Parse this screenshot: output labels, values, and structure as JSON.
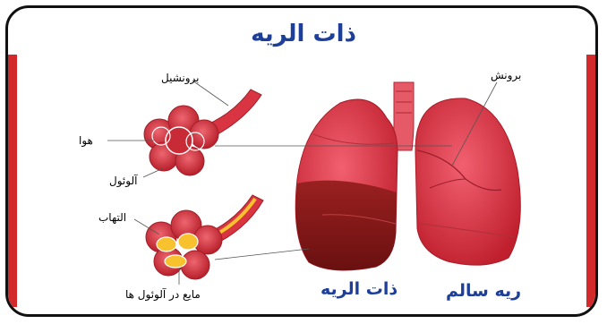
{
  "title": "ذات الریه",
  "labels": {
    "bronchiole": "برونشیل",
    "air": "هوا",
    "alveole": "آلوئول",
    "inflammation": "التهاب",
    "fluid": "مایع در آلوئول ها",
    "bronchus": "برونش"
  },
  "captions": {
    "pneumonia": "ذات الریه",
    "healthy": "ریه سالم"
  },
  "colors": {
    "title": "#1d3f9a",
    "caption": "#1d3f9a",
    "side_bars": "#d22a2a",
    "lung": "#d93545",
    "lung_dark": "#8a1a1a",
    "alveoli": "#d8343f",
    "fluid": "#f7c22d"
  }
}
